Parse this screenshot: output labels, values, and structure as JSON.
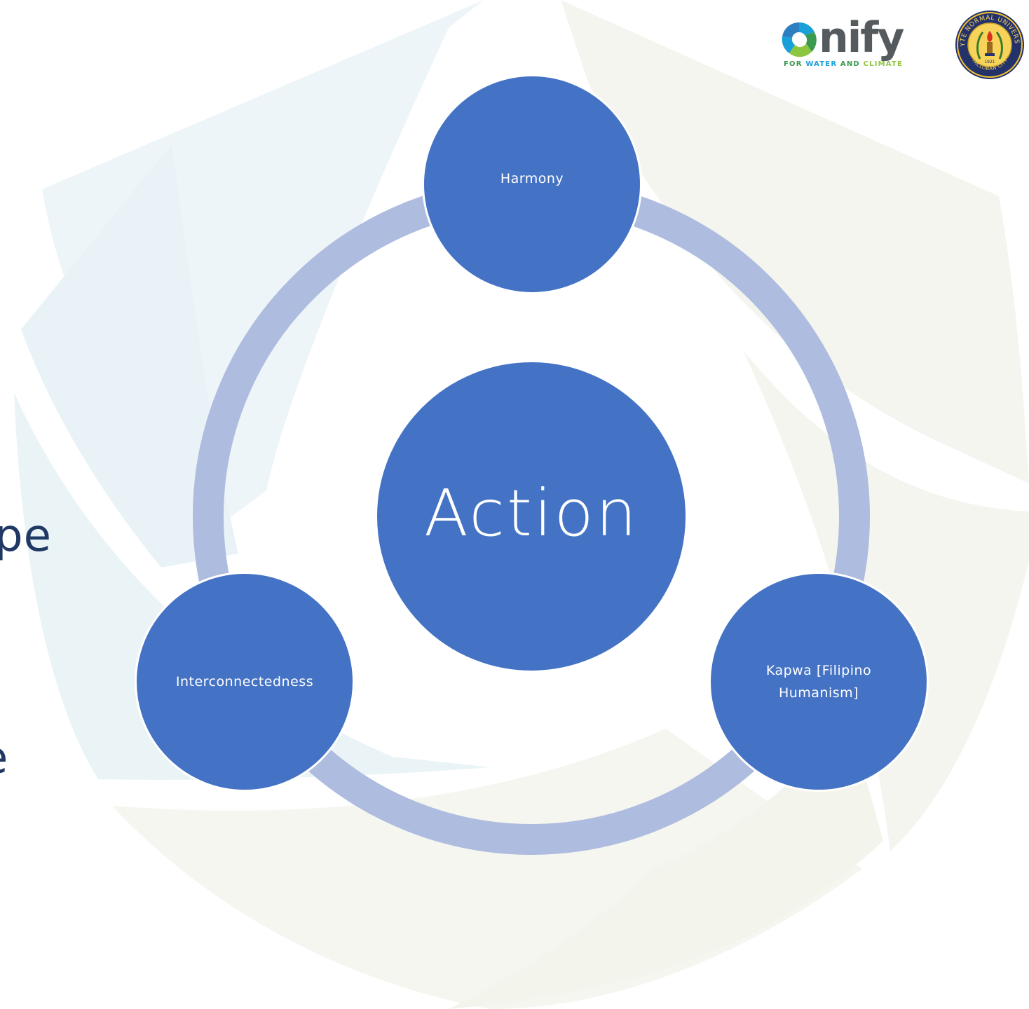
{
  "diagram": {
    "center": {
      "label": "Action"
    },
    "nodes": [
      {
        "label": "Harmony"
      },
      {
        "label": "Interconnectedness"
      },
      {
        "label": "Kapwa [Filipino Humanism]"
      }
    ]
  },
  "clipped_text": {
    "line1": "pe",
    "line2": "e"
  },
  "logos": {
    "unify": {
      "wordmark": "nify",
      "tagline_part1": "FOR ",
      "tagline_part2": "WATER",
      "tagline_part3": " AND ",
      "tagline_part4": "CLIMATE"
    },
    "seal": {
      "top_text": "LEYTE NORMAL UNIVERSITY",
      "bottom_text": "TACLOBAN CITY",
      "year": "1921"
    }
  },
  "colors": {
    "node_fill": "#4472c4",
    "ring": "#aebcdf",
    "text_dark": "#1f3864"
  }
}
